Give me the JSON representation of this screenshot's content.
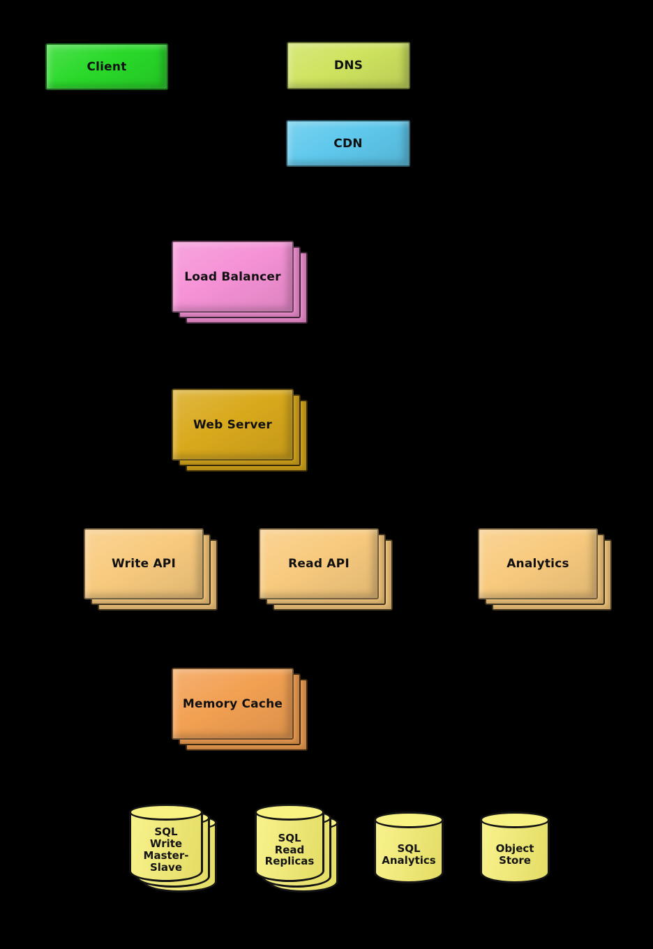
{
  "diagram": {
    "background": "#000000",
    "description": "System architecture diagram",
    "nodes": {
      "client": {
        "label": "Client",
        "color": "#29d929",
        "shape": "box",
        "stacked": false
      },
      "dns": {
        "label": "DNS",
        "color": "#cfe35f",
        "shape": "box",
        "stacked": false
      },
      "cdn": {
        "label": "CDN",
        "color": "#5ec8ec",
        "shape": "box",
        "stacked": false
      },
      "load_balancer": {
        "label": "Load Balancer",
        "color": "#f592d6",
        "shape": "box",
        "stacked": true
      },
      "web_server": {
        "label": "Web Server",
        "color": "#d9a91c",
        "shape": "box",
        "stacked": true
      },
      "write_api": {
        "label": "Write API",
        "color": "#f8ca7e",
        "shape": "box",
        "stacked": true
      },
      "read_api": {
        "label": "Read API",
        "color": "#f8ca7e",
        "shape": "box",
        "stacked": true
      },
      "analytics": {
        "label": "Analytics",
        "color": "#f8ca7e",
        "shape": "box",
        "stacked": true
      },
      "memory_cache": {
        "label": "Memory Cache",
        "color": "#f2a052",
        "shape": "box",
        "stacked": true
      },
      "sql_write": {
        "label": "SQL\nWrite\nMaster-\nSlave",
        "color": "#f7ef6d",
        "shape": "cylinder",
        "stacked": true
      },
      "sql_read": {
        "label": "SQL\nRead\nReplicas",
        "color": "#f7ef6d",
        "shape": "cylinder",
        "stacked": true
      },
      "sql_analytics": {
        "label": "SQL\nAnalytics",
        "color": "#f7ef6d",
        "shape": "cylinder",
        "stacked": false
      },
      "object_store": {
        "label": "Object\nStore",
        "color": "#f7ef6d",
        "shape": "cylinder",
        "stacked": false
      }
    }
  }
}
